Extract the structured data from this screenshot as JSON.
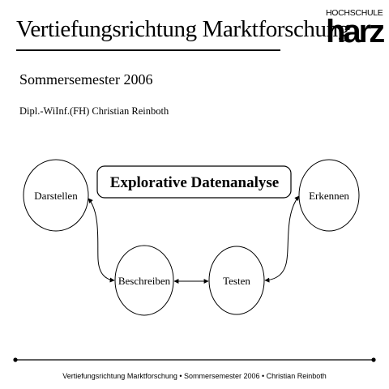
{
  "slide": {
    "title": "Vertiefungsrichtung Marktforschung",
    "semester": "Sommersemester 2006",
    "author": "Dipl.-WiInf.(FH) Christian Reinboth"
  },
  "logo": {
    "small": "HOCHSCHULE",
    "big": "harz"
  },
  "diagram": {
    "heading": "Explorative Datenanalyse",
    "nodes": {
      "darstellen": "Darstellen",
      "beschreiben": "Beschreiben",
      "testen": "Testen",
      "erkennen": "Erkennen"
    }
  },
  "footer": "Vertiefungsrichtung Marktforschung • Sommersemester 2006 • Christian Reinboth"
}
